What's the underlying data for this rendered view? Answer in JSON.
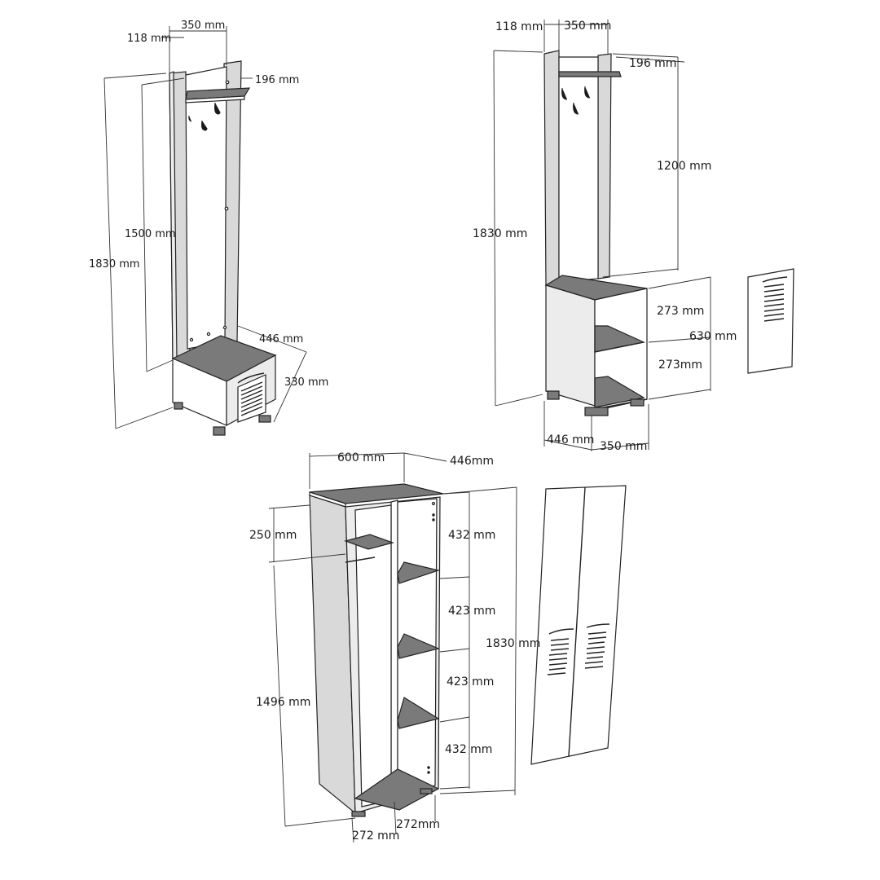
{
  "diagrams": {
    "hall_stand_left": {
      "width": "350 mm",
      "side_panel": "118 mm",
      "shelf_depth": "196 mm",
      "total_height": "1830 mm",
      "panel_height": "1500 mm",
      "bench_depth": "446 mm",
      "bench_height": "330 mm"
    },
    "hall_stand_right": {
      "side_panel": "118 mm",
      "width": "350 mm",
      "shelf_depth": "196 mm",
      "upper_height": "1200 mm",
      "total_height": "1830 mm",
      "shelf_upper": "273 mm",
      "cabinet_height": "630 mm",
      "shelf_lower": "273mm",
      "depth": "446 mm",
      "base_width": "350 mm"
    },
    "wardrobe": {
      "width": "600 mm",
      "depth": "446mm",
      "top_space": "250 mm",
      "hanging_height": "1496 mm",
      "shelf_1": "432 mm",
      "shelf_2": "423 mm",
      "shelf_3": "423 mm",
      "shelf_4": "432 mm",
      "door_height": "1830 mm",
      "left_bottom": "272 mm",
      "right_bottom": "272mm"
    }
  }
}
